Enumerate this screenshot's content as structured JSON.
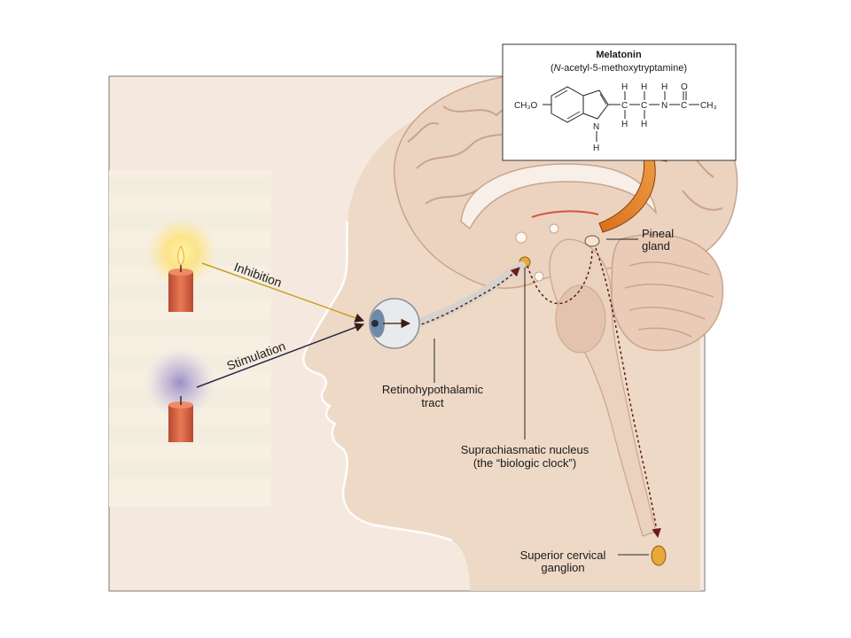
{
  "labels": {
    "inhibition": "Inhibition",
    "stimulation": "Stimulation",
    "pineal_line1": "Pineal",
    "pineal_line2": "gland",
    "retino_line1": "Retinohypothalamic",
    "retino_line2": "tract",
    "scn_line1": "Suprachiasmatic nucleus",
    "scn_line2": "(the “biologic clock”)",
    "scg_line1": "Superior cervical",
    "scg_line2": "ganglion"
  },
  "melatonin": {
    "title": "Melatonin",
    "subtitle_italic": "N",
    "subtitle_rest": "-acetyl-5-methoxytryptamine)",
    "subtitle_open": "(",
    "ch3o": "CH₃O",
    "h": "H",
    "c": "C",
    "n": "N",
    "o": "O",
    "ch3": "CH₃"
  },
  "colors": {
    "panel_bg": "#f5e9df",
    "brain": "#ecd3c0",
    "brain_fold": "#c9a48c",
    "candle": "#d86a4a",
    "flame_glow_inhibit": "#ffe680",
    "flame_glow_stim": "#b9aed6",
    "nerve": "#7a2a2a"
  }
}
